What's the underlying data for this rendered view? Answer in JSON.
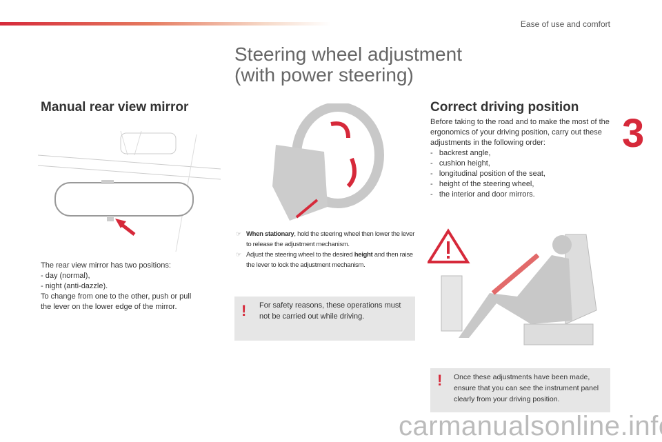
{
  "header": {
    "section": "Ease of use and comfort",
    "chapter": "3"
  },
  "title": [
    "Steering wheel adjustment",
    "(with power steering)"
  ],
  "mirror": {
    "heading": "Manual rear view mirror",
    "lines": [
      "The rear view mirror has two positions:",
      "-   day (normal),",
      "-   night (anti-dazzle).",
      "To change from one to the other, push or pull",
      "the lever on the lower edge of the mirror."
    ]
  },
  "steering": {
    "steps": [
      {
        "bold": "When stationary",
        "text": ", hold the steering wheel then lower the lever to release the adjustment mechanism."
      },
      {
        "pre": "Adjust the steering wheel to the desired ",
        "bold": "height",
        "text": " and then raise the lever to lock the adjustment mechanism."
      }
    ],
    "warning": "For safety reasons, these operations must not be carried out while driving."
  },
  "driving": {
    "heading": "Correct driving position",
    "intro": "Before taking to the road and to make the most of the ergonomics of your driving position, carry out these adjustments in the following order:",
    "items": [
      "backrest angle,",
      "cushion height,",
      "longitudinal position of the seat,",
      "height of the steering wheel,",
      "the interior and door mirrors."
    ],
    "note": "Once these adjustments have been made, ensure that you can see the instrument panel clearly from your driving position."
  },
  "watermark": "carmanualsonline.info",
  "colors": {
    "accent": "#d6293a"
  }
}
